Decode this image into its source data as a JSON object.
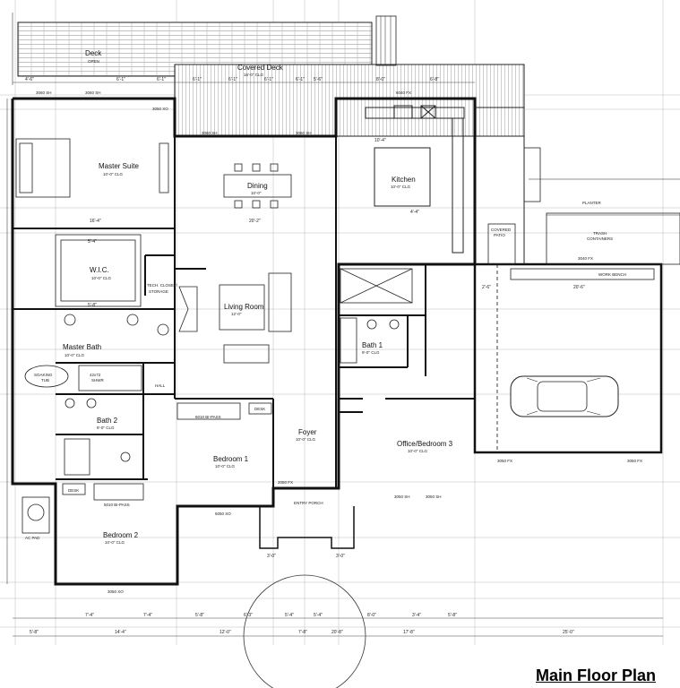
{
  "title": "Main Floor Plan",
  "rooms": {
    "deck": {
      "label": "Deck",
      "sub": "OPEN"
    },
    "covered_deck": {
      "label": "Covered Deck",
      "dim": "16'-0\" CLG"
    },
    "master_suite": {
      "label": "Master Suite",
      "dim": "10'-0\" CLG"
    },
    "dining": {
      "label": "Dining",
      "dim": "10'-0\""
    },
    "kitchen": {
      "label": "Kitchen",
      "dim": "10'-0\" CLG"
    },
    "wic": {
      "label": "W.I.C.",
      "dim": "10'-0\" CLG"
    },
    "tech_closet": {
      "label": "TECH. CLOSET/",
      "sub": "STORAGE"
    },
    "living_room": {
      "label": "Living Room",
      "dim": "12'-0\""
    },
    "master_bath": {
      "label": "Master Bath",
      "dim": "10'-0\" CLG"
    },
    "bath1": {
      "label": "Bath 1",
      "dim": "9'-0\" CLG"
    },
    "bath2": {
      "label": "Bath 2",
      "dim": "9'-0\" CLG"
    },
    "bedroom1": {
      "label": "Bedroom 1",
      "dim": "10'-0\" CLG"
    },
    "foyer": {
      "label": "Foyer",
      "dim": "10'-0\" CLG"
    },
    "office": {
      "label": "Office/Bedroom 3",
      "dim": "10'-0\" CLG"
    },
    "bedroom2": {
      "label": "Bedroom 2",
      "dim": "10'-0\" CLG"
    },
    "soaking_tub": {
      "label": "SOAKING",
      "sub": "TUB"
    },
    "covered_patio": {
      "label": "COVERED",
      "sub": "PATIO"
    },
    "planter": {
      "label": "PLANTER"
    },
    "trash": {
      "label": "TRASH",
      "sub": "CONTAINERS"
    },
    "work_bench": {
      "label": "WORK BENCH"
    },
    "entry_porch": {
      "label": "ENTRY PORCH"
    },
    "ac_pad": {
      "label": "AC PAD"
    },
    "hall": {
      "label": "HALL"
    },
    "shwr": {
      "label": "42x72",
      "sub": "SHWR"
    },
    "bi_pass1": {
      "label": "6010 BI-PASS"
    },
    "bi_pass2": {
      "label": "5010 BI-PASS"
    },
    "desk1": {
      "label": "DESK"
    },
    "desk2": {
      "label": "DESK"
    }
  },
  "top_dims": [
    "4'-6\"",
    "6'-1\"",
    "6'-1\"",
    "6'-1\"",
    "6'-1\"",
    "6'-1\"",
    "6'-1\"",
    "5'-6\"",
    "8'-0\"",
    "6'-8\""
  ],
  "bottom_dims": [
    "7'-4\"",
    "7'-4\"",
    "5'-8\"",
    "6'-3\"",
    "5'-4\"",
    "5'-4\"",
    "8'-0\"",
    "3'-4\"",
    "5'-8\""
  ],
  "bottom_totals": [
    "5'-8\"",
    "14'-4\"",
    "12'-0\"",
    "7'-8\"",
    "20'-8\"",
    "17'-8\"",
    "25'-0\""
  ],
  "window_tags": [
    "3060 SH",
    "3060 SH",
    "3060 SH",
    "3060 SH",
    "6040 FX",
    "3050 FX",
    "3050 FX",
    "3040 FX",
    "3050 XO",
    "5050 XO",
    "3050 XO",
    "2050 FX",
    "3050 SH",
    "3050 SH"
  ],
  "interior_dims": [
    "20'-2\"",
    "16'-4\"",
    "10'-4\"",
    "5'-4\"",
    "4'-4\"",
    "20'-6\"",
    "5'-8\"",
    "2'-6\"",
    "3'-0\"",
    "3'-0\""
  ]
}
